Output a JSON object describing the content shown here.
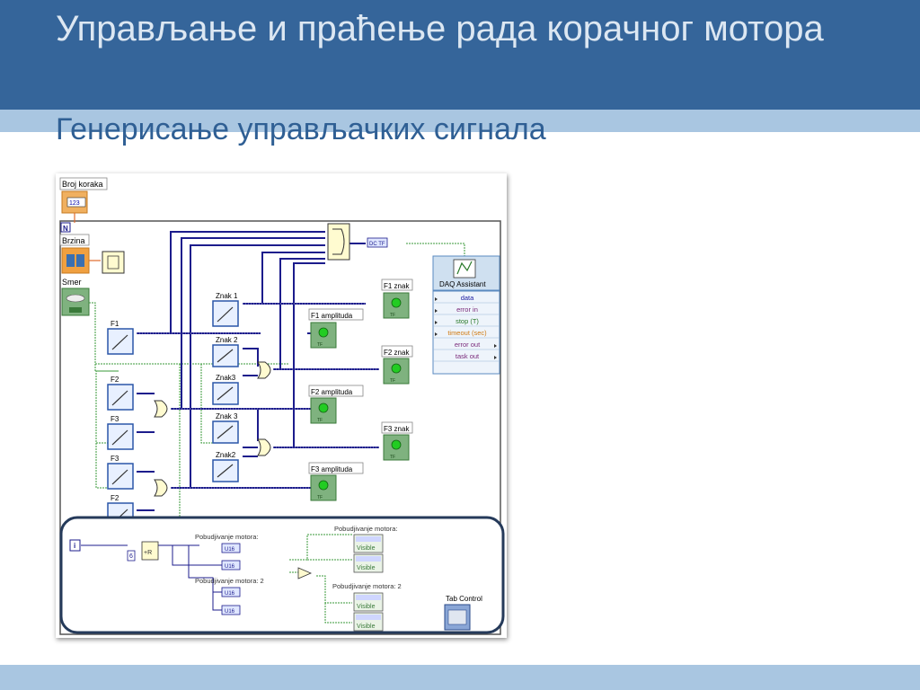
{
  "slide": {
    "title": "Управљање и праћење рада корачног мотора",
    "subtitle": "Генерисање управљачких сигнала"
  },
  "diagram": {
    "controls": {
      "broj_koraka": "Broj koraka",
      "brzina": "Brzina",
      "smer": "Smer",
      "numeric_glyph": "123",
      "n_terminal": "N",
      "i_terminal": "i"
    },
    "subvi_labels": {
      "f1": "F1",
      "f2_top": "F2",
      "f3_top": "F3",
      "f3_bottom": "F3",
      "f2_bottom": "F2",
      "znak1": "Znak 1",
      "znak2": "Znak 2",
      "znak3": "Znak3",
      "znak3b": "Znak 3",
      "znak2b": "Znak2"
    },
    "indicators": {
      "f1_znak": "F1 znak",
      "f1_amplituda": "F1 amplituda",
      "f2_znak": "F2 znak",
      "f2_amplituda": "F2 amplituda",
      "f3_znak": "F3 znak",
      "f3_amplituda": "F3 amplituda",
      "tf": "TF"
    },
    "daq": {
      "title": "DAQ Assistant",
      "terminals": [
        "data",
        "error in",
        "stop (T)",
        "timeout (sec)",
        "error out",
        "task out"
      ]
    },
    "conversion": "DC TF",
    "lower_section": {
      "pobudjivanje_1": "Pobudjivanje motora:",
      "pobudjivanje_2": "Pobudjivanje motora: 2",
      "u16": "U16",
      "visible": "Visible",
      "constant_6": "6",
      "tab_control": "Tab Control"
    },
    "colors": {
      "wire_blue": "#1c1c8c",
      "wire_green": "#3a9a3a",
      "indicator_green": "#7fb27f",
      "subvi_border": "#2a56a8",
      "daq_header": "#cfe0f0"
    }
  }
}
